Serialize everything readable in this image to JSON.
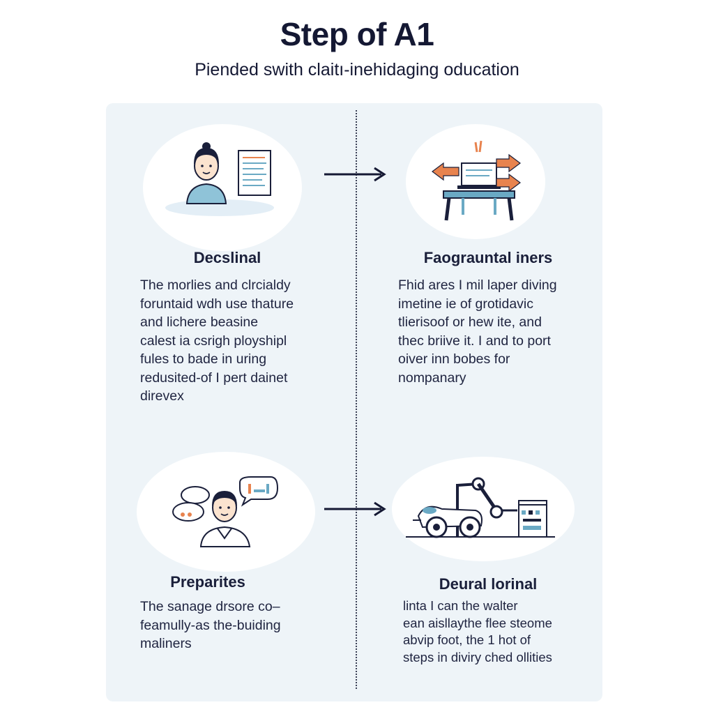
{
  "header": {
    "title": "Step of A1",
    "subtitle": "Piended swith claitı-inehidaging oducation"
  },
  "steps": [
    {
      "title": "Decslinal",
      "icon": "person-with-document-icon",
      "lines": [
        "The morlies and clrcialdy",
        "foruntaid wdh use thature",
        "and lichere beasine",
        "calest ia csrigh ployshipl",
        "fules to bade in uring",
        "redusited-of I pert dainet",
        "direvex"
      ]
    },
    {
      "title": "Faograuntal iners",
      "icon": "laptop-desk-arrows-icon",
      "lines": [
        "Fhid ares I mil laper diving",
        "imetine ie of grotidavic",
        "tlierisoof or hew ite, and",
        "thec briive it. I and to port",
        "oiver inn bobes for",
        "nompanary"
      ]
    },
    {
      "title": "Preparites",
      "icon": "person-speech-bubbles-icon",
      "lines": [
        "The sanage drsore co–",
        "feamully-as the-buiding",
        "maliners"
      ]
    },
    {
      "title": "Deural lorinal",
      "icon": "robot-arm-vehicle-icon",
      "lines": [
        "linta I can the walter",
        "ean aisllaythe flee steome",
        "abvip foot, the 1 hot of",
        "steps in diviry ched ollities"
      ]
    }
  ],
  "colors": {
    "panel": "#eef4f8",
    "ink": "#1a1f3a",
    "accent_teal": "#6aa9c4",
    "accent_orange": "#e8834e"
  }
}
